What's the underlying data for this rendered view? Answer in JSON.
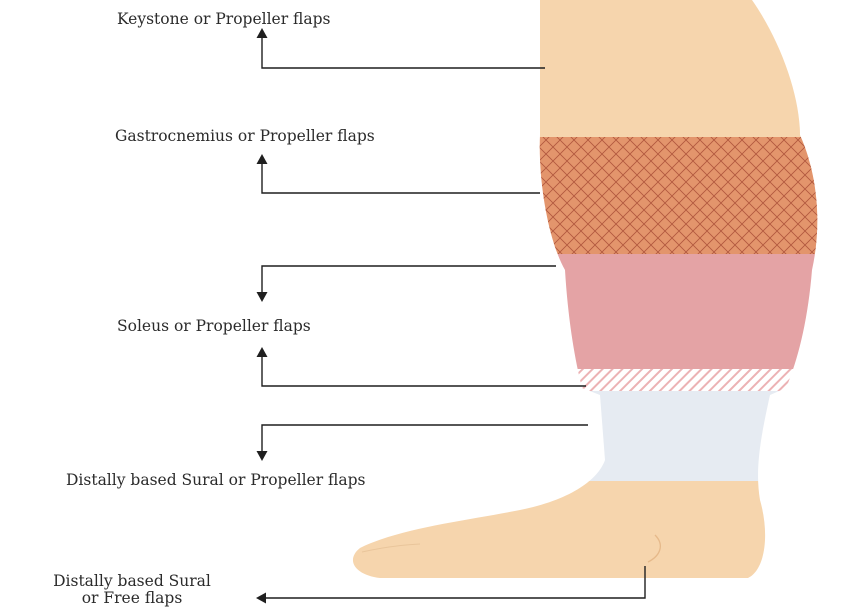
{
  "labels": {
    "thigh": "Keystone or Propeller flaps",
    "upper_third": "Gastrocnemius or Propeller flaps",
    "middle_third": "Soleus or Propeller flaps",
    "lower_third": "Distally based Sural or Propeller flaps",
    "foot_line1": "Distally based Sural",
    "foot_line2": "or Free flaps"
  },
  "colors": {
    "skin": "#f6d5ad",
    "skin_outline": "#ecc79a",
    "upper_zone": "#e3956c",
    "upper_zone_mesh": "#b2593f",
    "middle_zone": "#e4a3a5",
    "transition_hatch": "#ecb2b4",
    "lower_zone": "#e6ebf2",
    "arrow": "#1f1f1f",
    "text": "#2b2b2b"
  },
  "zones": [
    "thigh",
    "upper-third",
    "middle-third",
    "transition",
    "lower-third",
    "foot"
  ]
}
